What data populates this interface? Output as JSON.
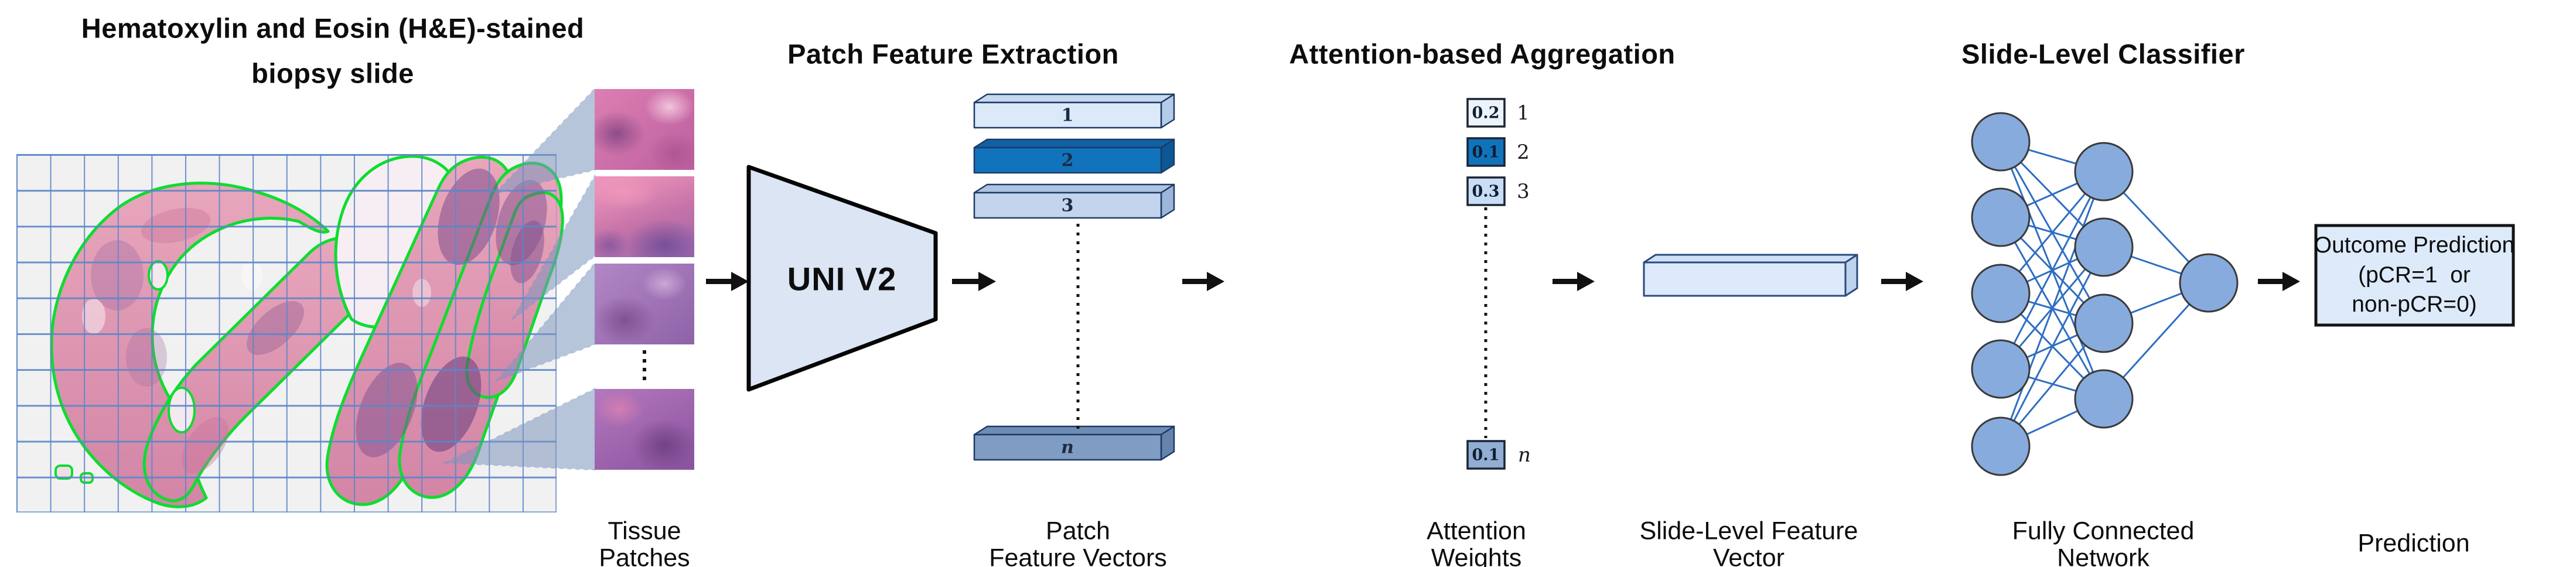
{
  "panel_slide": {
    "title_line1": "Hematoxylin and Eosin (H&E)-stained",
    "title_line2": "biopsy slide",
    "tissue_label_line1": "Tissue",
    "tissue_label_line2": "Patches"
  },
  "panel_extraction": {
    "title": "Patch Feature Extraction",
    "encoder_label": "UNI V2",
    "vectors": [
      {
        "id": "1"
      },
      {
        "id": "2"
      },
      {
        "id": "3"
      },
      {
        "id": "n"
      }
    ],
    "vectors_label_line1": "Patch",
    "vectors_label_line2": "Feature Vectors"
  },
  "panel_attention": {
    "title": "Attention-based Aggregation",
    "weights": [
      {
        "value": "0.2",
        "index": "1"
      },
      {
        "value": "0.1",
        "index": "2"
      },
      {
        "value": "0.3",
        "index": "3"
      },
      {
        "value": "0.1",
        "index": "n"
      }
    ],
    "weights_label_line1": "Attention",
    "weights_label_line2": "Weights",
    "vector_label_line1": "Slide-Level Feature",
    "vector_label_line2": "Vector"
  },
  "panel_classifier": {
    "title": "Slide-Level Classifier",
    "network_label_line1": "Fully Connected",
    "network_label_line2": "Network",
    "outcome_line1": "Outcome Prediction",
    "outcome_line2": "(pCR=1  or",
    "outcome_line3": "non-pCR=0)",
    "prediction_label": "Prediction"
  },
  "colors": {
    "outline_green": "#0ddd2e",
    "grid_line": "#5b86c8",
    "encoder_fill": "#dbe5f4",
    "vector_1": "#dce9f8",
    "vector_2": "#1173bc",
    "vector_3": "#c3d4ec",
    "vector_n": "#7f9cc2",
    "weight_1": "#ecf3fa",
    "weight_2": "#1173bc",
    "weight_3": "#c9ddf4",
    "weight_n": "#92add2",
    "slide_vector_fill": "#dceafb",
    "node_fill": "#87abdc",
    "edge_line": "#2e6ec2",
    "wedge_fill": "#7d96be",
    "outcome_box_fill": "#ddeafa",
    "arrow_black": "#111111"
  }
}
